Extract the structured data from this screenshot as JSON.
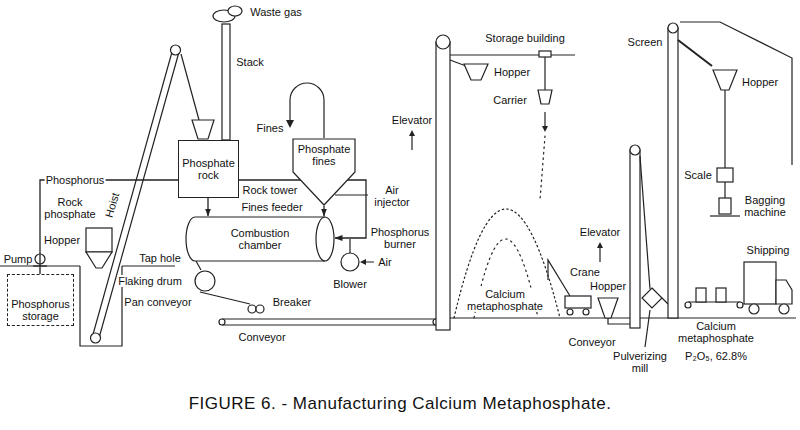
{
  "diagram": {
    "caption": "FIGURE 6. - Manufacturing Calcium Metaphosphate.",
    "nodes": [
      {
        "text": [
          "Phosphorus storage"
        ]
      },
      {
        "text": [
          "Phosphate rock"
        ]
      },
      {
        "text": [
          "Phosphate fines"
        ]
      },
      {
        "text": [
          "Combustion chamber"
        ]
      }
    ],
    "edges": [
      {
        "from": 0,
        "to": 3,
        "arrow": "to",
        "label": "Phosphorus"
      },
      {
        "from": 1,
        "to": 3,
        "arrow": "to"
      },
      {
        "from": 2,
        "to": 3,
        "arrow": "to"
      }
    ],
    "labels": [
      "Waste gas",
      "Stack",
      "Storage building",
      "Hopper",
      "Carrier",
      "Fines",
      "Air injector",
      "Rock tower",
      "Fines feeder",
      "Elevator",
      "Phosphorus burner",
      "Air",
      "Blower",
      "Tap hole",
      "Flaking drum",
      "Pan conveyor",
      "Breaker",
      "Conveyor",
      "Calcium metaphosphate",
      "Crane",
      "Hoist",
      "Rock phosphate",
      "Hopper",
      "Pump",
      "Elevator",
      "Screen",
      "Hopper",
      "Scale",
      "Bagging machine",
      "Pulverizing mill",
      "Hopper",
      "Conveyor",
      "Calcium metaphosphate",
      "P₂O₅, 62.8%",
      "Shipping"
    ]
  }
}
